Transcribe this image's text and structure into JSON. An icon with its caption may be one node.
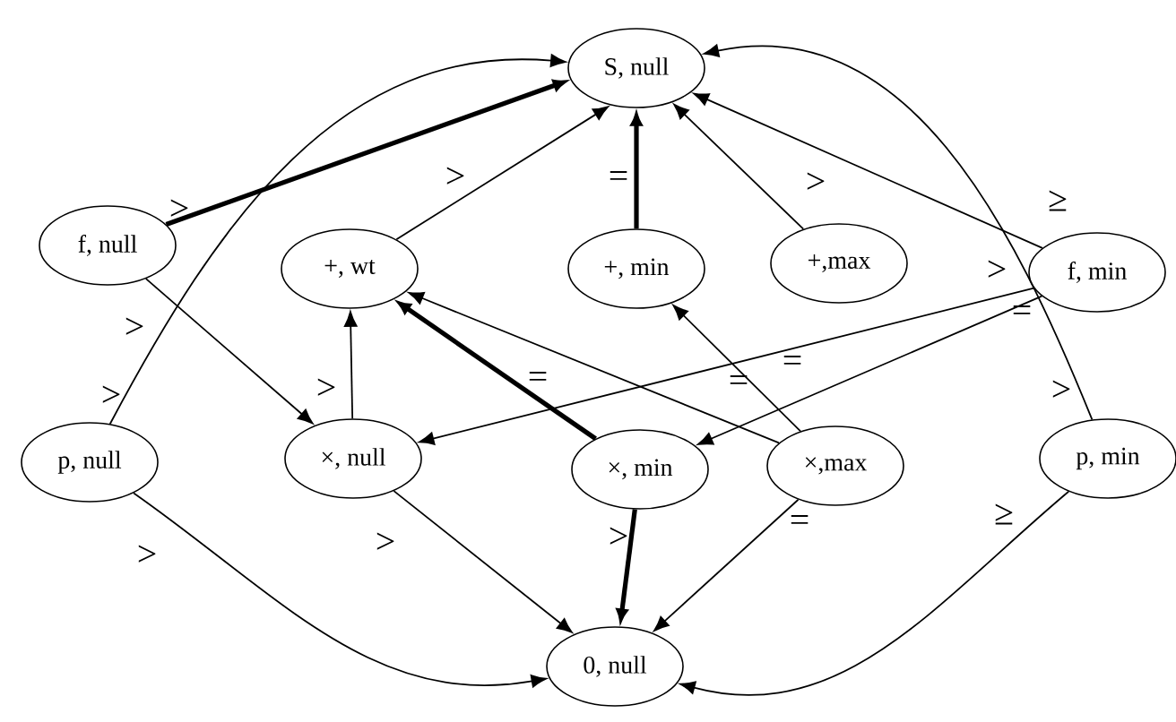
{
  "diagram": {
    "nodes": [
      {
        "text": [
          "S, null"
        ]
      },
      {
        "text": [
          "f, null"
        ]
      },
      {
        "text": [
          "+, wt"
        ]
      },
      {
        "text": [
          "+, min"
        ]
      },
      {
        "text": [
          "+,max"
        ]
      },
      {
        "text": [
          "f, min"
        ]
      },
      {
        "text": [
          "p, null"
        ]
      },
      {
        "text": [
          "×, null"
        ]
      },
      {
        "text": [
          "×, min"
        ]
      },
      {
        "text": [
          "×,max"
        ]
      },
      {
        "text": [
          "p, min"
        ]
      },
      {
        "text": [
          "0, null"
        ]
      }
    ],
    "edges": [
      {
        "from": 1,
        "to": 0,
        "arrow": "to",
        "label": ">",
        "style": "thick"
      },
      {
        "from": 1,
        "to": 7,
        "arrow": "to",
        "label": ">"
      },
      {
        "from": 2,
        "to": 0,
        "arrow": "to",
        "label": ">"
      },
      {
        "from": 7,
        "to": 2,
        "arrow": "to",
        "label": ">"
      },
      {
        "from": 8,
        "to": 2,
        "arrow": "to",
        "label": "=",
        "style": "thick"
      },
      {
        "from": 9,
        "to": 2,
        "arrow": "to",
        "label": "="
      },
      {
        "from": 9,
        "to": 3,
        "arrow": "to",
        "label": "="
      },
      {
        "from": 3,
        "to": 0,
        "arrow": "to",
        "label": "=",
        "style": "thick"
      },
      {
        "from": 4,
        "to": 0,
        "arrow": "to",
        "label": ">"
      },
      {
        "from": 5,
        "to": 0,
        "arrow": "to",
        "label": "≥"
      },
      {
        "from": 5,
        "to": 7,
        "arrow": "to",
        "label": ">"
      },
      {
        "from": 5,
        "to": 8,
        "arrow": "to",
        "label": "="
      },
      {
        "from": 6,
        "to": 0,
        "arrow": "to",
        "label": ">"
      },
      {
        "from": 10,
        "to": 0,
        "arrow": "to",
        "label": ">"
      },
      {
        "from": 6,
        "to": 11,
        "arrow": "to",
        "label": ">"
      },
      {
        "from": 7,
        "to": 11,
        "arrow": "to",
        "label": ">"
      },
      {
        "from": 8,
        "to": 11,
        "arrow": "to",
        "label": ">",
        "style": "thick"
      },
      {
        "from": 9,
        "to": 11,
        "arrow": "to",
        "label": "="
      },
      {
        "from": 10,
        "to": 11,
        "arrow": "to",
        "label": "≥"
      }
    ]
  }
}
